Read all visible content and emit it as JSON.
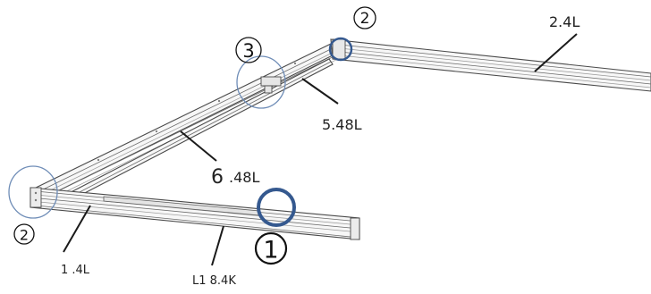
{
  "labels": {
    "top_right_rail": "2.4L",
    "middle_brace": "5.48L",
    "long_diagonal_prefix": "6",
    "long_diagonal_suffix": ".48L",
    "front_left_short": "1 .4L",
    "front_long": "L1 8.4K"
  },
  "callouts": {
    "num_1": "1",
    "num_2_left": "2",
    "num_2_top": "2",
    "num_3": "3"
  },
  "colors": {
    "callout_thin": "#6f8db7",
    "callout_thick": "#35598f",
    "line": "#4a4a4a"
  }
}
